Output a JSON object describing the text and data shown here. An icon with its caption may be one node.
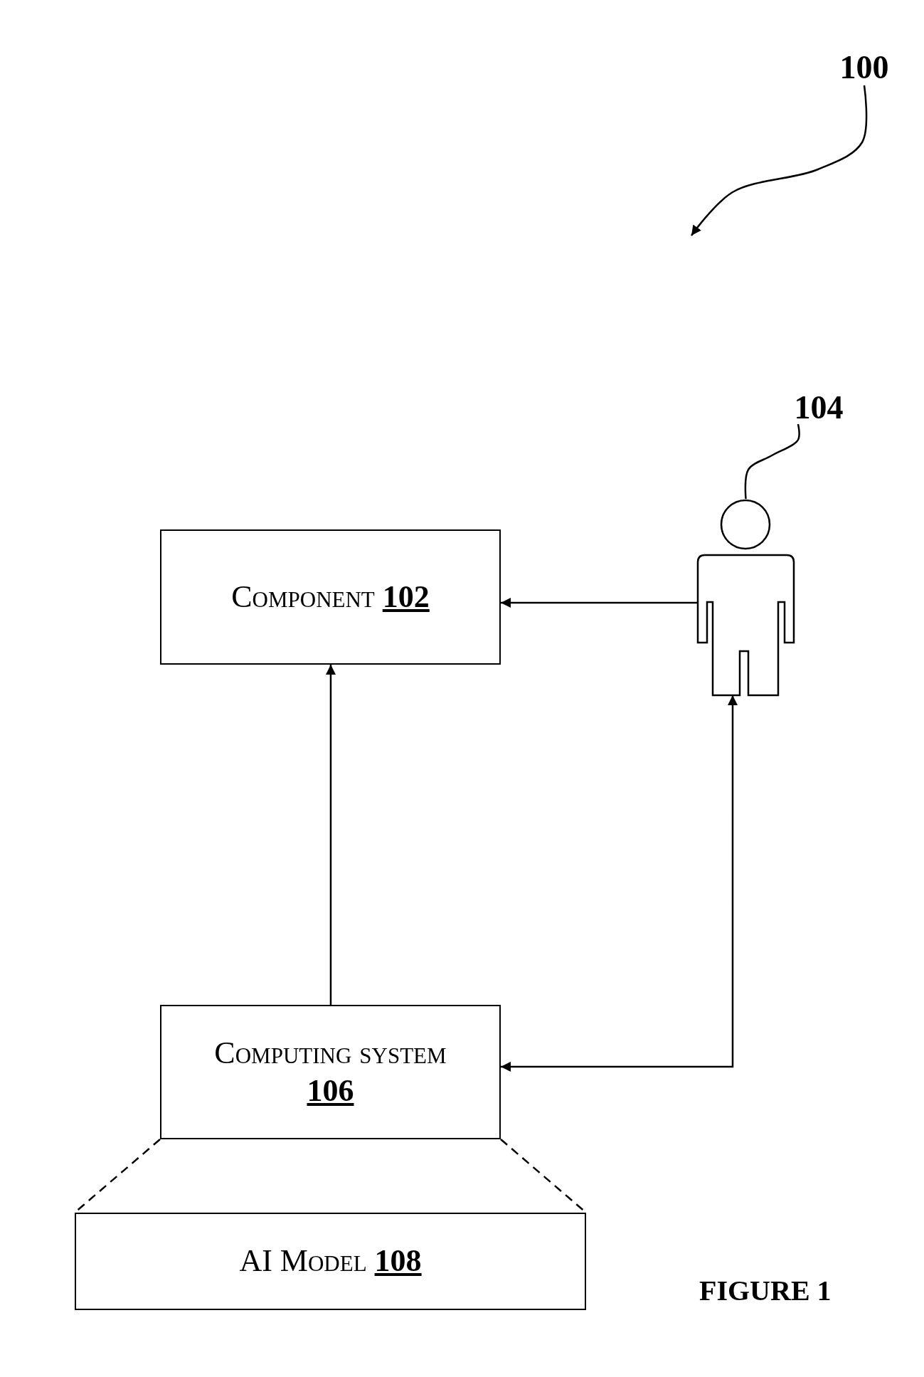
{
  "diagram": {
    "nodes": [
      {
        "text": [
          "100"
        ]
      },
      {
        "text": [
          "Component **102**"
        ]
      },
      {
        "text": [
          "104"
        ]
      },
      {
        "text": [],
        "shape": "person"
      },
      {
        "text": [
          "Computing system **106**"
        ]
      },
      {
        "text": [
          "AI Model **108**"
        ]
      }
    ],
    "edges": [
      {
        "from": 0,
        "to": null,
        "arrow": "to"
      },
      {
        "from": 2,
        "to": 3,
        "arrow": "none"
      },
      {
        "from": 3,
        "to": 1,
        "arrow": "to"
      },
      {
        "from": 4,
        "to": 1,
        "arrow": "to"
      },
      {
        "from": 4,
        "to": 3,
        "arrow": "both"
      },
      {
        "from": 4,
        "to": 5,
        "arrow": "none",
        "style": "dashed"
      },
      {
        "from": 4,
        "to": 5,
        "arrow": "none",
        "style": "dashed"
      }
    ],
    "labels": [
      "FIGURE 1"
    ]
  }
}
